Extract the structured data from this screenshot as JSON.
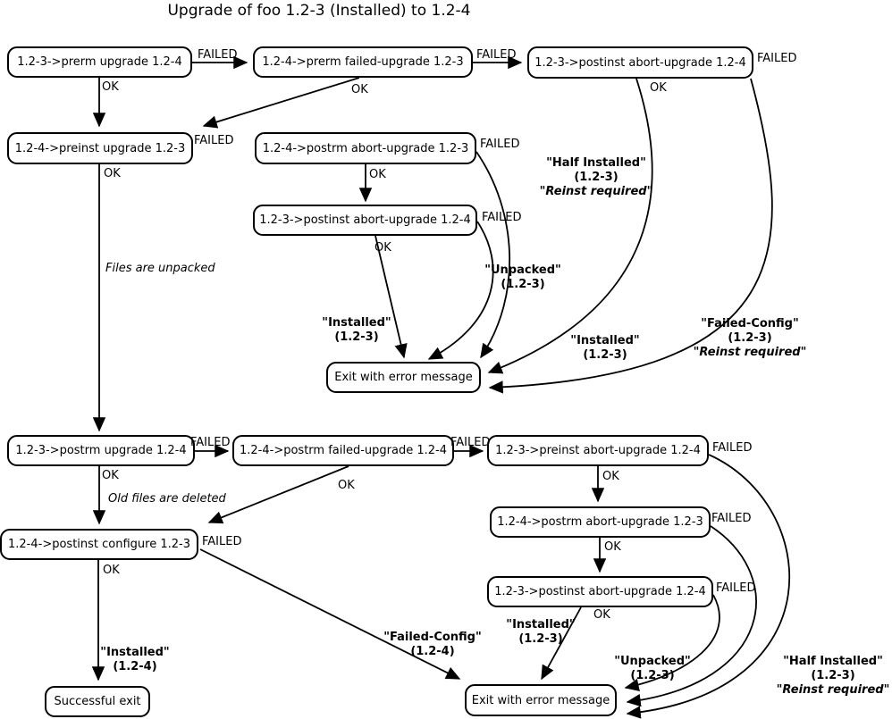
{
  "title": "Upgrade of foo 1.2-3 (Installed) to 1.2-4",
  "edge_labels": {
    "ok": "OK",
    "failed": "FAILED"
  },
  "nodes": [
    {
      "label": "1.2-3->prerm upgrade 1.2-4"
    },
    {
      "label": "1.2-4->prerm failed-upgrade 1.2-3"
    },
    {
      "label": "1.2-3->postinst abort-upgrade 1.2-4"
    },
    {
      "label": "1.2-4->preinst upgrade 1.2-3"
    },
    {
      "label": "1.2-4->postrm abort-upgrade 1.2-3"
    },
    {
      "label": "1.2-3->postinst abort-upgrade 1.2-4"
    },
    {
      "label": "Exit with error message"
    },
    {
      "label": "1.2-3->postrm upgrade 1.2-4"
    },
    {
      "label": "1.2-4->postrm failed-upgrade 1.2-4"
    },
    {
      "label": "1.2-3->preinst abort-upgrade 1.2-4"
    },
    {
      "label": "1.2-4->postinst configure 1.2-3"
    },
    {
      "label": "1.2-4->postrm abort-upgrade 1.2-3"
    },
    {
      "label": "1.2-3->postinst abort-upgrade 1.2-4"
    },
    {
      "label": "Successful exit"
    },
    {
      "label": "Exit with error message"
    }
  ],
  "states": [
    {
      "line1": "\"Half Installed\"",
      "line2": "(1.2-3)",
      "line3": "\"Reinst required\""
    },
    {
      "line1": "\"Unpacked\"",
      "line2": "(1.2-3)",
      "line3": ""
    },
    {
      "line1": "\"Installed\"",
      "line2": "(1.2-3)",
      "line3": ""
    },
    {
      "line1": "\"Installed\"",
      "line2": "(1.2-3)",
      "line3": ""
    },
    {
      "line1": "\"Failed-Config\"",
      "line2": "(1.2-3)",
      "line3": "\"Reinst required\""
    },
    {
      "line1": "\"Installed\"",
      "line2": "(1.2-4)",
      "line3": ""
    },
    {
      "line1": "\"Failed-Config\"",
      "line2": "(1.2-4)",
      "line3": ""
    },
    {
      "line1": "\"Installed\"",
      "line2": "(1.2-3)",
      "line3": ""
    },
    {
      "line1": "\"Unpacked\"",
      "line2": "(1.2-3)",
      "line3": ""
    },
    {
      "line1": "\"Half Installed\"",
      "line2": "(1.2-3)",
      "line3": "\"Reinst required\""
    }
  ],
  "annotations": {
    "unpacked": "Files are unpacked",
    "deleted": "Old files are deleted"
  }
}
